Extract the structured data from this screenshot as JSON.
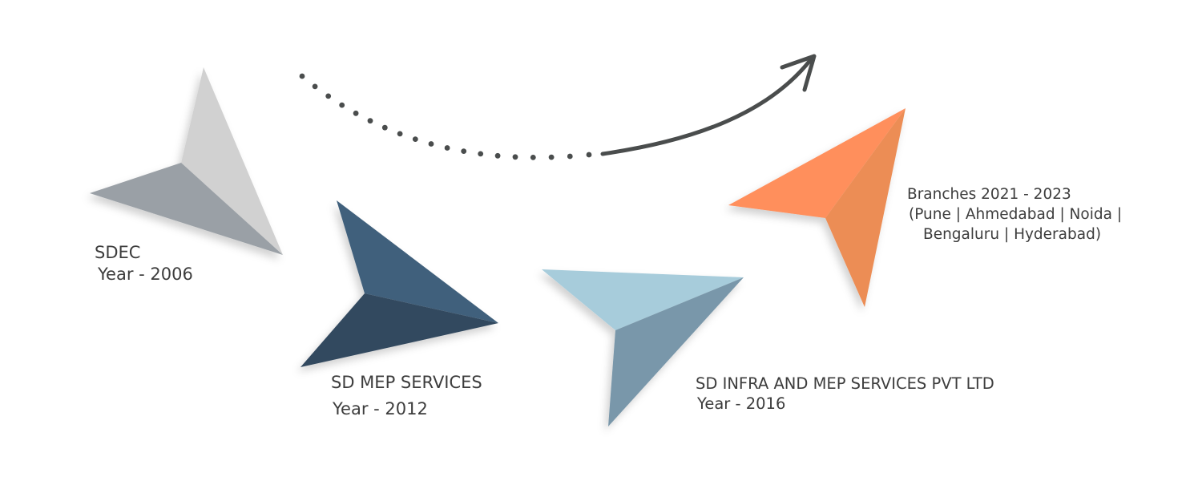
{
  "milestones": [
    {
      "id": "sdec",
      "name": "SDEC",
      "year_text": "Year - 2006",
      "colors": {
        "light": "#d1d1d1",
        "dark": "#9aa0a6"
      }
    },
    {
      "id": "sd-mep-services",
      "name": "SD MEP SERVICES",
      "year_text": "Year - 2012",
      "colors": {
        "light": "#40607b",
        "dark": "#32485e"
      }
    },
    {
      "id": "sd-infra-mep",
      "name": "SD INFRA AND MEP SERVICES PVT LTD",
      "year_text": "Year - 2016",
      "colors": {
        "light": "#a7ccdb",
        "dark": "#7997aa"
      }
    },
    {
      "id": "branches",
      "name": "Branches 2021 - 2023",
      "cities_line_1": "(Pune | Ahmedabad | Noida |",
      "cities_line_2": "Bengaluru | Hyderabad)",
      "colors": {
        "light": "#ff8f5c",
        "dark": "#ec8d55"
      }
    }
  ],
  "connector": {
    "color": "#4a4d4d",
    "style": "dotted-to-solid-arrow"
  }
}
